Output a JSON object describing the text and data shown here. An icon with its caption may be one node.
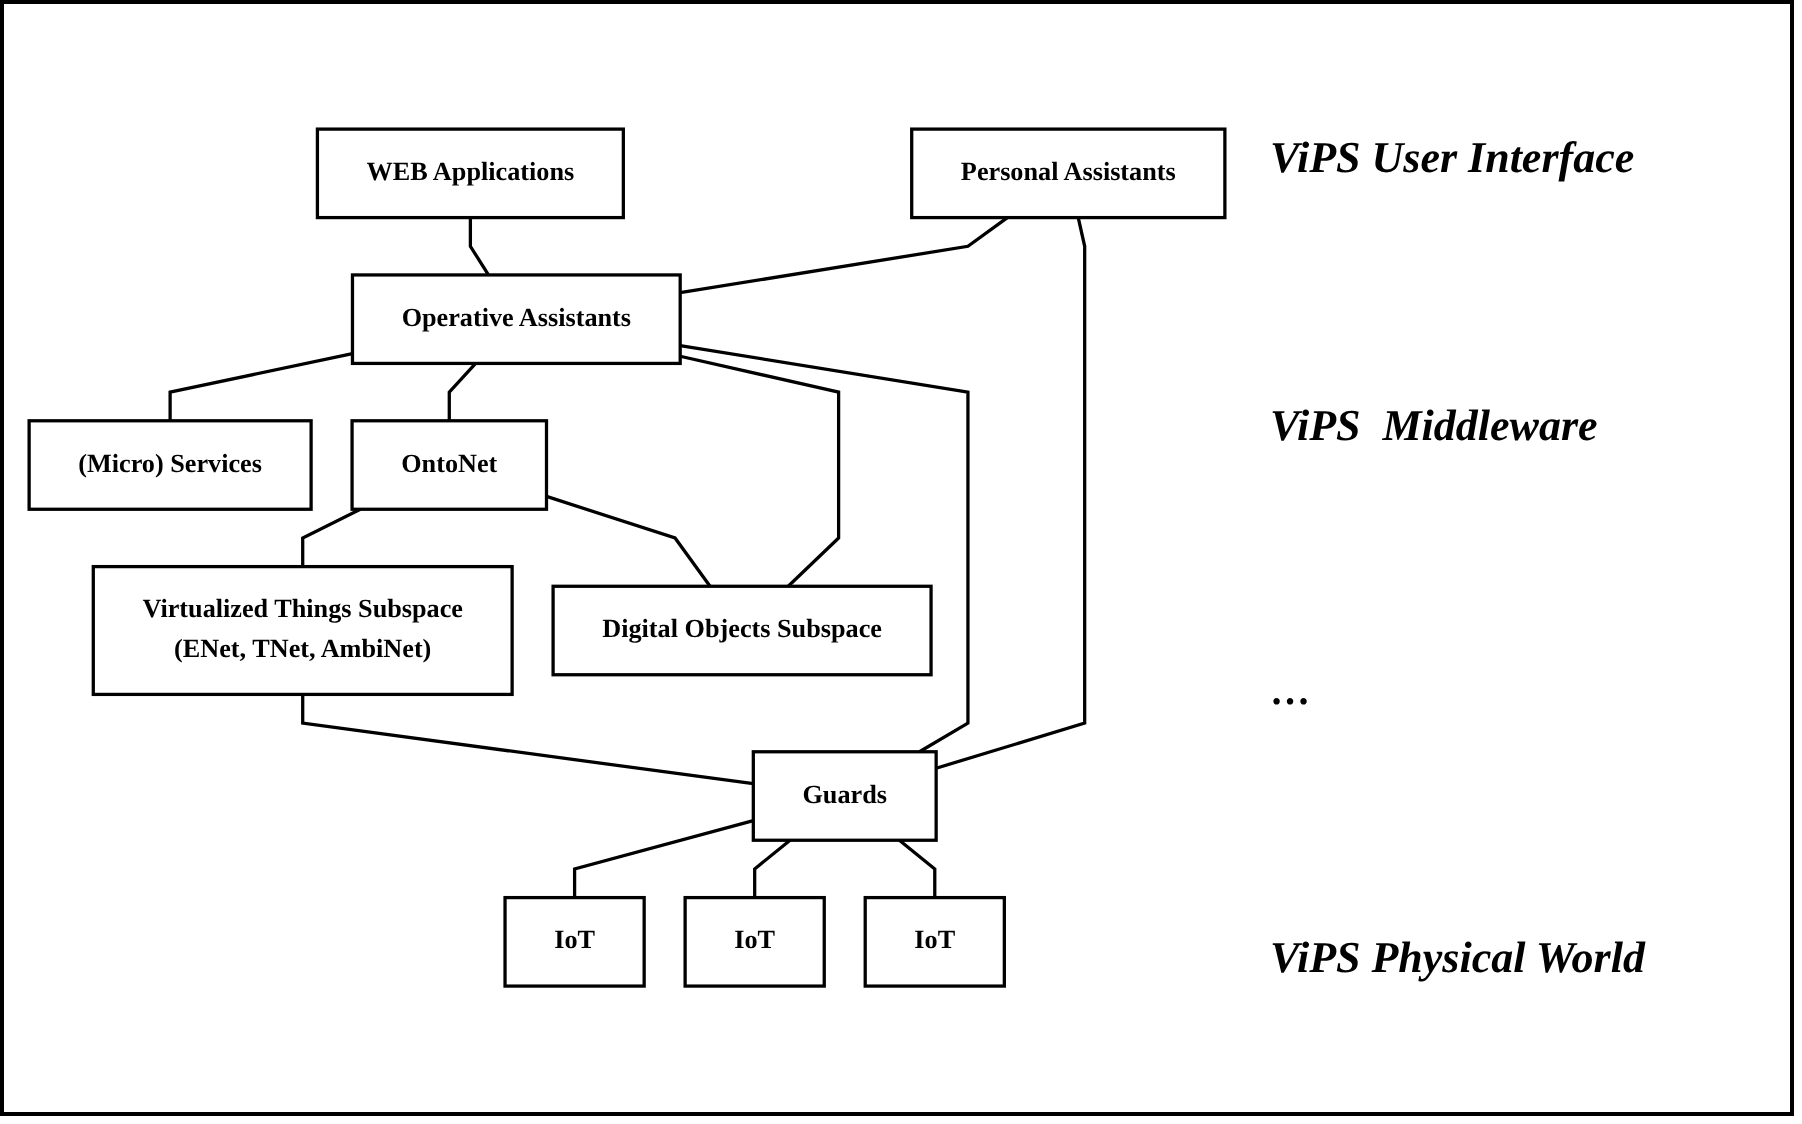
{
  "diagram": {
    "nodes": [
      {
        "text": [
          "Personal Assistants"
        ]
      },
      {
        "text": [
          "WEB Applications"
        ]
      },
      {
        "text": [
          "Operative Assistants"
        ]
      },
      {
        "text": [
          "(Micro) Services"
        ]
      },
      {
        "text": [
          "OntoNet"
        ]
      },
      {
        "text": [
          "Virtualized Things Subspace",
          "(ENet, TNet, AmbiNet)"
        ]
      },
      {
        "text": [
          "Digital Objects Subspace"
        ]
      },
      {
        "text": [
          "Guards"
        ]
      },
      {
        "text": [
          "IoT"
        ]
      },
      {
        "text": [
          "IoT"
        ]
      },
      {
        "text": [
          "IoT"
        ]
      }
    ],
    "edges": [
      {
        "from": 0,
        "to": 2,
        "arrow": "none"
      },
      {
        "from": 1,
        "to": 2,
        "arrow": "none"
      },
      {
        "from": 2,
        "to": 3,
        "arrow": "none"
      },
      {
        "from": 2,
        "to": 4,
        "arrow": "none"
      },
      {
        "from": 2,
        "to": 6,
        "arrow": "none"
      },
      {
        "from": 4,
        "to": 6,
        "arrow": "none"
      },
      {
        "from": 4,
        "to": 5,
        "arrow": "none"
      },
      {
        "from": 0,
        "to": 7,
        "arrow": "none"
      },
      {
        "from": 2,
        "to": 7,
        "arrow": "none"
      },
      {
        "from": 5,
        "to": 7,
        "arrow": "none"
      },
      {
        "from": 7,
        "to": 8,
        "arrow": "none"
      },
      {
        "from": 7,
        "to": 9,
        "arrow": "none"
      },
      {
        "from": 7,
        "to": 10,
        "arrow": "none"
      }
    ],
    "labels": [
      "ViPS User Interface",
      "ViPS  Middleware",
      "…",
      "ViPS Physical World"
    ]
  }
}
